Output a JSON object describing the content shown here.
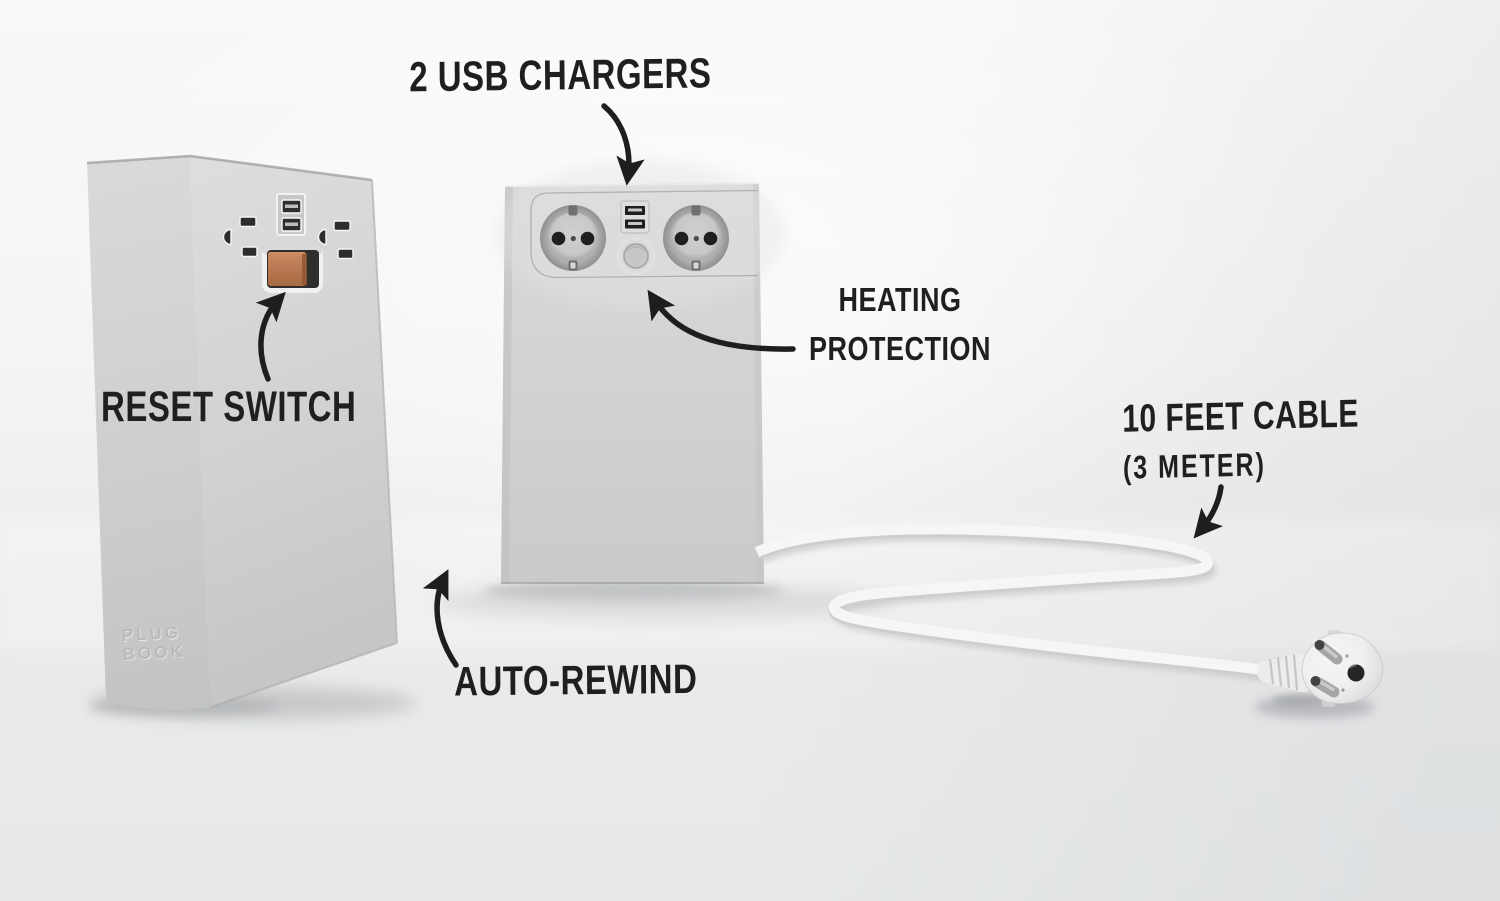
{
  "annotations": {
    "usb_chargers": "2 USB CHARGERS",
    "reset_switch": "RESET SWITCH",
    "heating_line1": "HEATING",
    "heating_line2": "PROTECTION",
    "auto_rewind": "AUTO-REWIND",
    "cable_line1": "10 FEET CABLE",
    "cable_line2": "(3 METER)"
  },
  "book_device": {
    "brand_line1": "PLUG",
    "brand_line2": "BOOK",
    "parts": [
      "us-outlet-left",
      "usb-charger-ports",
      "us-outlet-right",
      "reset-switch"
    ]
  },
  "strip_device": {
    "parts": [
      "schuko-outlet-left",
      "usb-charger-ports",
      "heating-protection-button",
      "schuko-outlet-right",
      "power-cable",
      "schuko-plug"
    ]
  },
  "colors": {
    "annotation_ink": "#1f1f1f",
    "reset_switch_accent": "#b8794e",
    "device_body": "#cfd0cf",
    "cable": "#f5f6f6",
    "background_top": "#fafafa",
    "background_bottom": "#e7e9ea"
  }
}
